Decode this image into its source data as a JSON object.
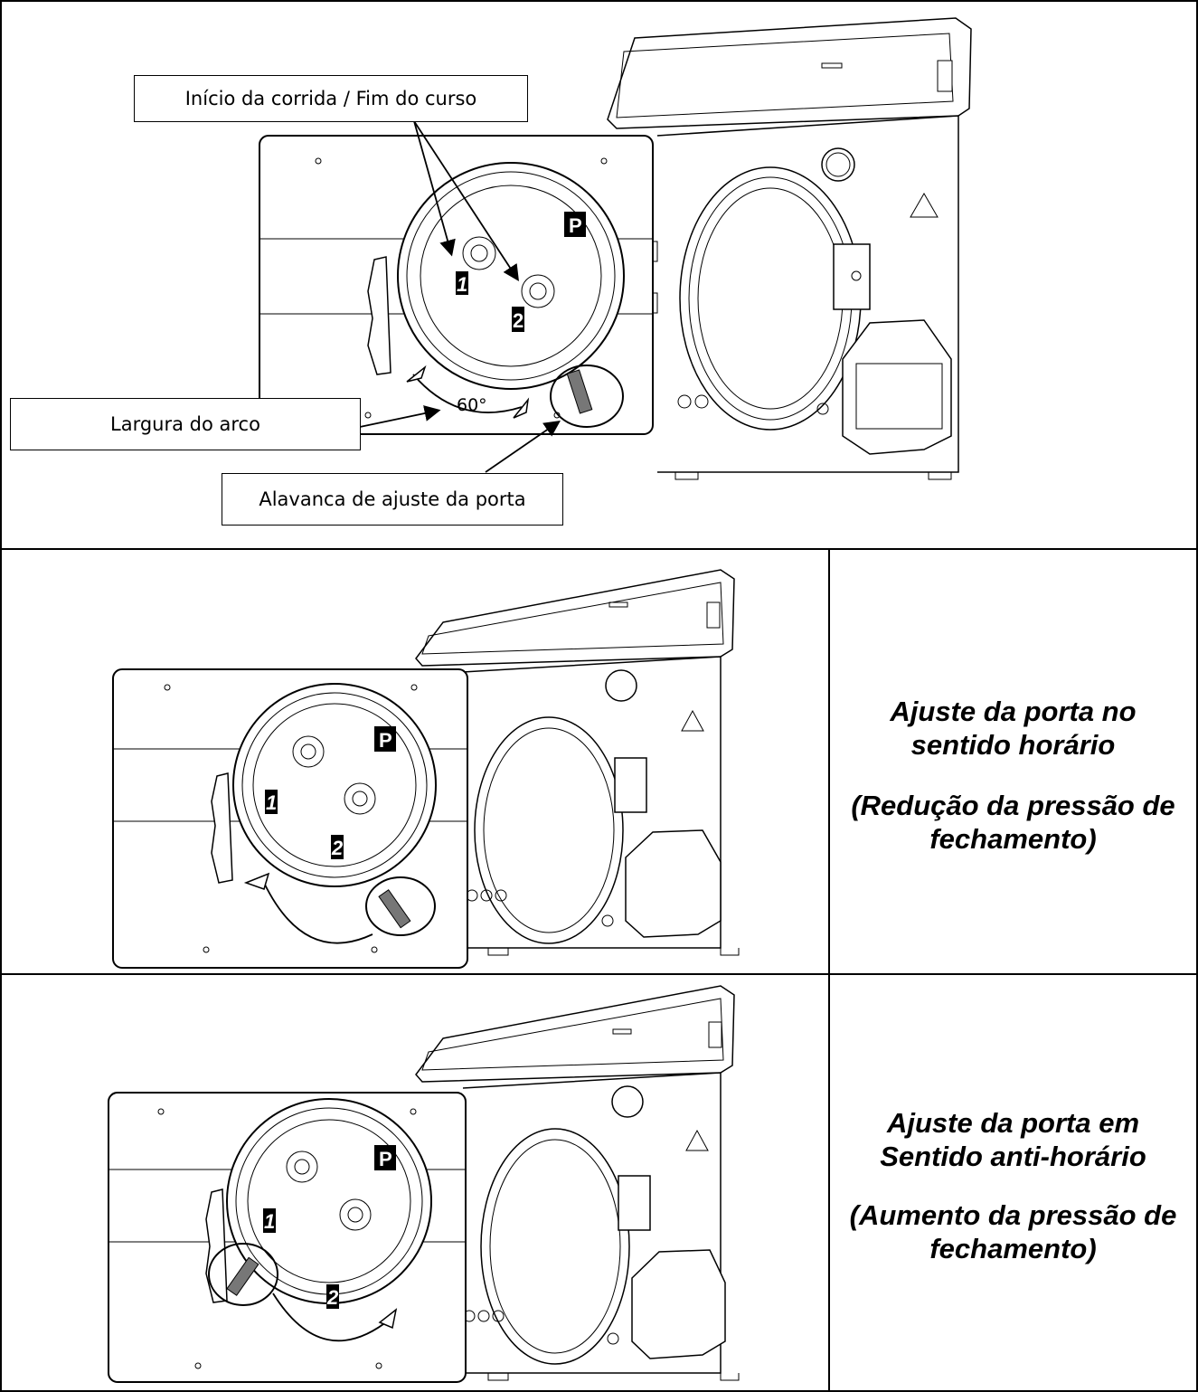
{
  "top": {
    "callout_start_end": "Início da corrida / Fim do curso",
    "callout_arc_width": "Largura do arco",
    "callout_lever": "Alavanca de ajuste da porta",
    "angle_label": "60°",
    "marker_p": "P",
    "marker_1": "1",
    "marker_2": "2"
  },
  "middle": {
    "line1": "Ajuste da porta no",
    "line2": "sentido horário",
    "line3": "(Redução da pressão de",
    "line4": "fechamento)",
    "marker_p": "P",
    "marker_1": "1",
    "marker_2": "2"
  },
  "bottom": {
    "line1": "Ajuste da porta em",
    "line2": "Sentido anti-horário",
    "line3": "(Aumento da pressão de",
    "line4": "fechamento)",
    "marker_p": "P",
    "marker_1": "1",
    "marker_2": "2"
  }
}
